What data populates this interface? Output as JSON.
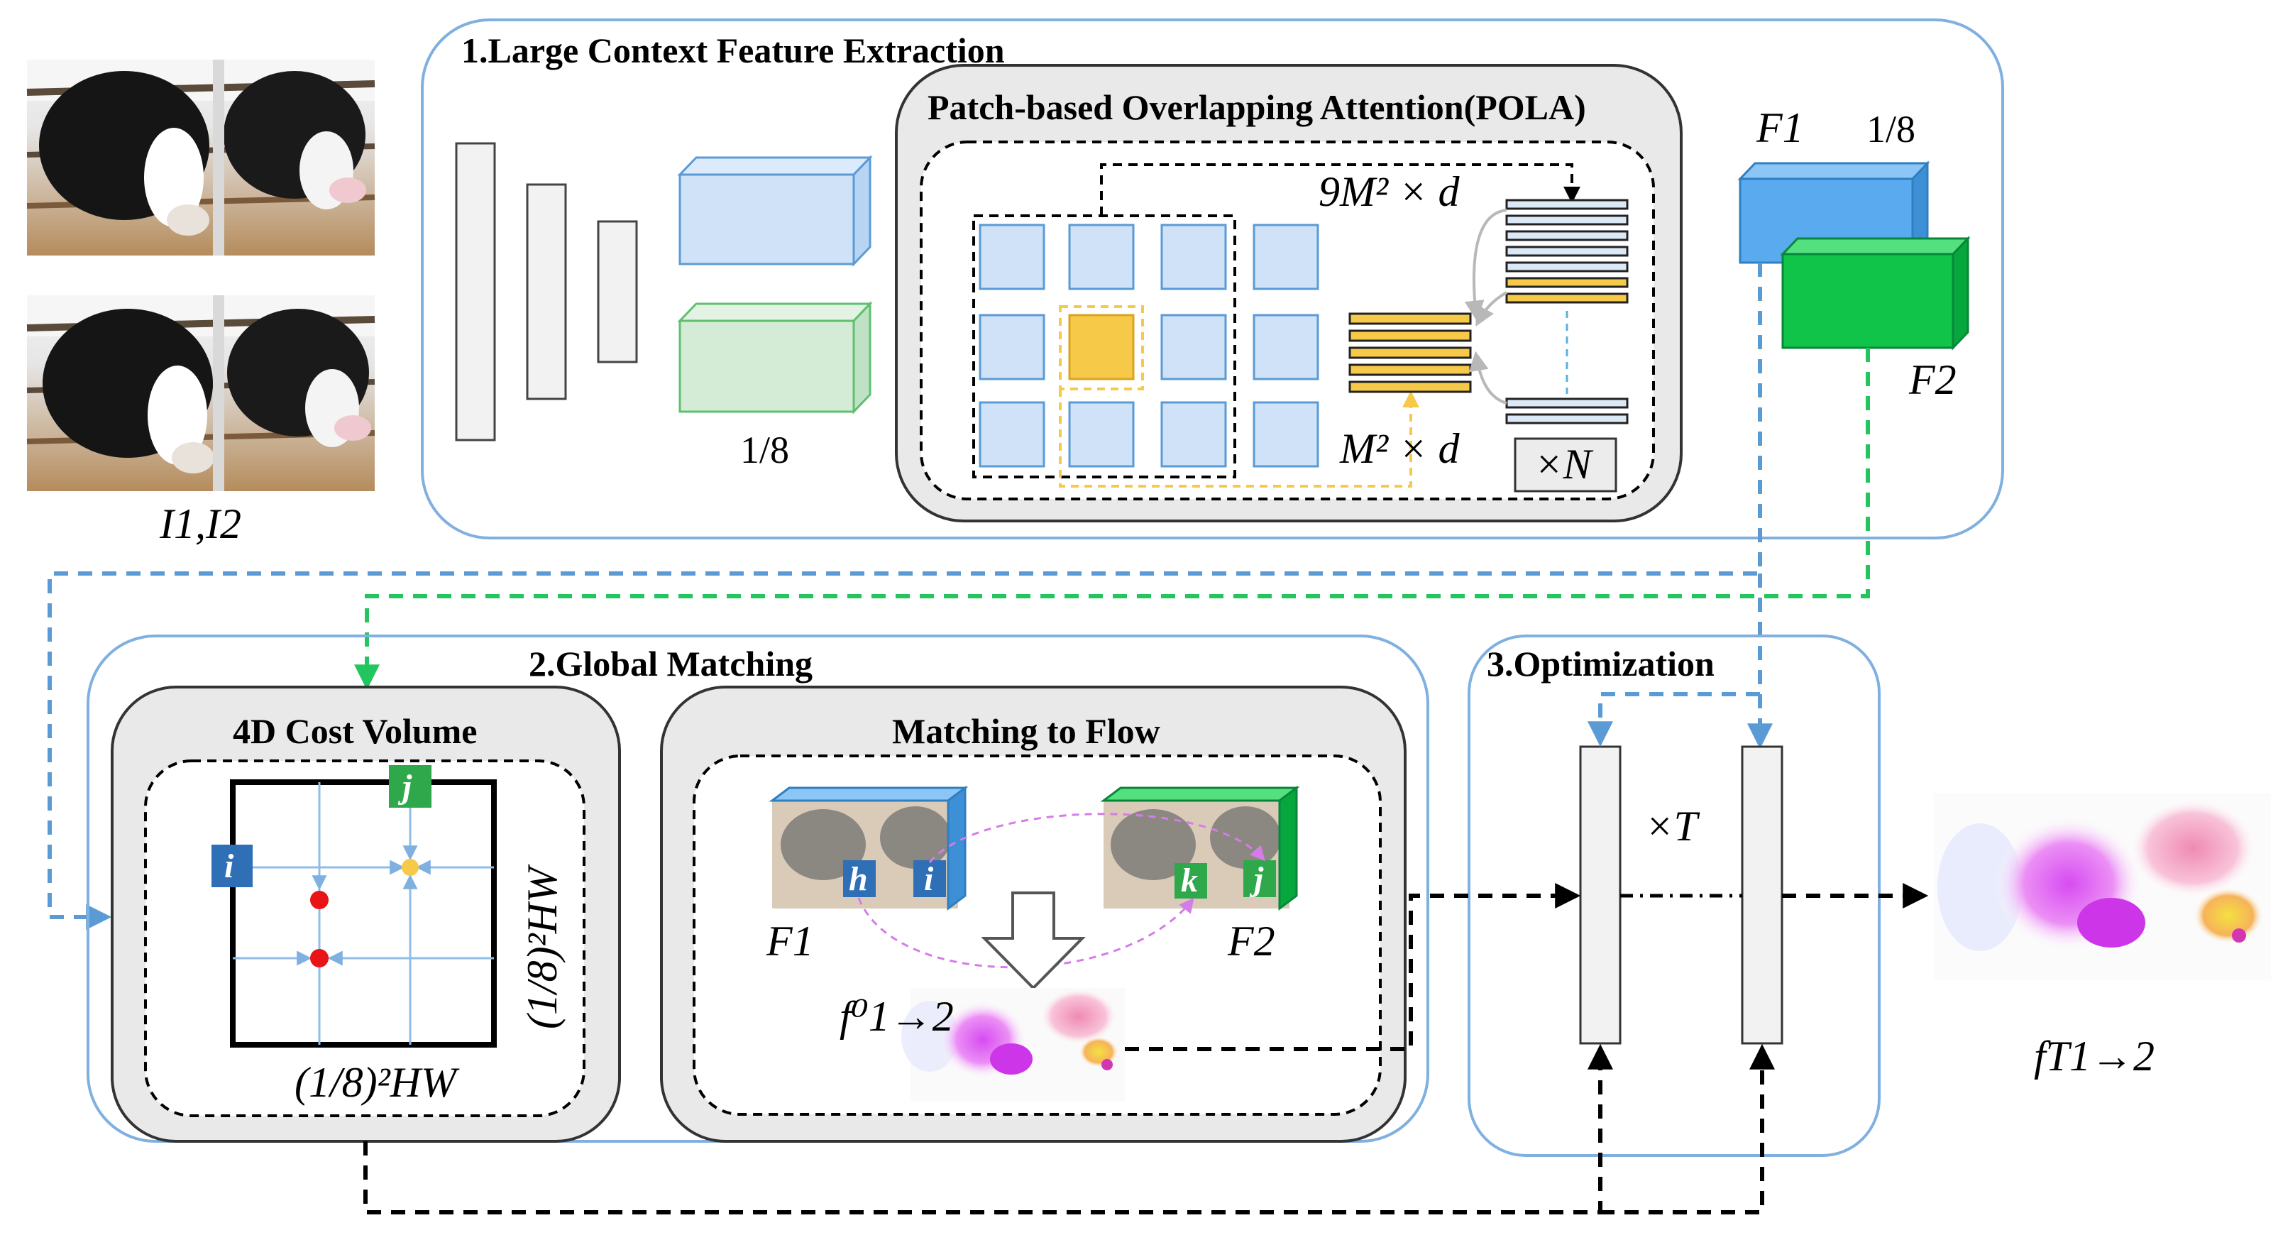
{
  "sections": {
    "s1_title": "1.Large Context Feature Extraction",
    "pola_title": "Patch-based Overlapping Attention(POLA)",
    "s2_title": "2.Global Matching",
    "cost_title": "4D Cost Volume",
    "m2f_title": "Matching to Flow",
    "s3_title": "3.Optimization"
  },
  "labels": {
    "input": "I1,I2",
    "eighth_left": "1/8",
    "eighth_right": "1/8",
    "nine_m2d": "9M² × d",
    "m2d": "M² × d",
    "times_n": "×N",
    "F1": "F1",
    "F2": "F2",
    "cost_axis_x": "(1/8)²HW",
    "cost_axis_y": "(1/8)²HW",
    "idx_i": "i",
    "idx_j": "j",
    "idx_h": "h",
    "idx_k": "k",
    "f0": "f⁰1→2",
    "times_T": "×T",
    "fT": "fT1→2"
  },
  "colors": {
    "blue_line": "#5b9bd5",
    "green_line": "#22c55e",
    "yellow": "#f7c948",
    "light_blue_fill": "#cfe2f8",
    "light_green_fill": "#d4ecd5",
    "feature_blue": "#5aaaf0",
    "feature_green": "#10c44a",
    "panel_gray": "#e9e9e9",
    "red_dot": "#e81416"
  }
}
